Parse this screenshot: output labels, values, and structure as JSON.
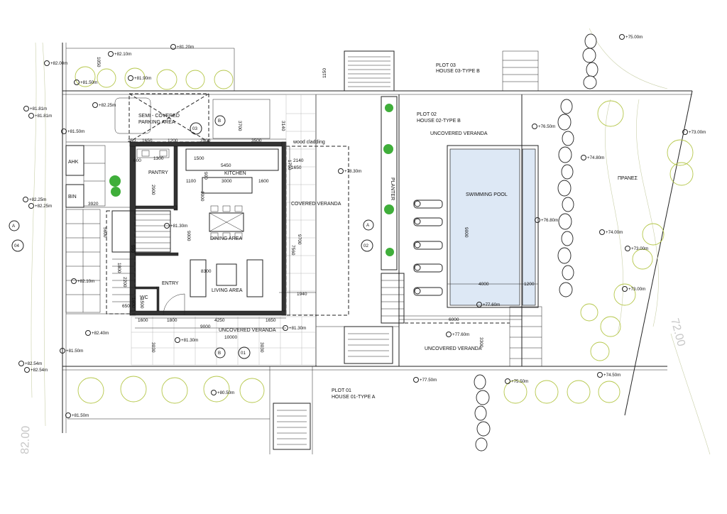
{
  "plots": [
    {
      "id": "plot01",
      "line1": "PLOT 01",
      "line2": "HOUSE 01-TYPE A"
    },
    {
      "id": "plot02",
      "line1": "PLOT 02",
      "line2": "HOUSE 02-TYPE B"
    },
    {
      "id": "plot03",
      "line1": "PLOT 03",
      "line2": "HOUSE 03-TYPE B"
    }
  ],
  "rooms": {
    "parking_line1": "SEMI - COVERED",
    "parking_line2": "PARKING AREA",
    "pantry": "PANTRY",
    "kitchen": "KITCHEN",
    "dining": "DINING AREA",
    "living": "LIVING AREA",
    "entry": "ENTRY",
    "wc": "WC",
    "covered_veranda": "COVERED VERANDA",
    "uncovered_veranda_house01": "UNCOVERED VERANDA",
    "uncovered_veranda_house02_top": "UNCOVERED VERANDA",
    "uncovered_veranda_house02_bottom": "UNCOVERED VERANDA",
    "swimming_pool": "SWIMMING POOL",
    "planter": "PLANTER",
    "wood_cladding": "wood cladding",
    "ahk": "AHK",
    "bin": "BIN",
    "slope_greek": "ΠΡΑΝΕΣ"
  },
  "contours": {
    "left": "82.00",
    "right": "72.00"
  },
  "section_marks": [
    "A",
    "A",
    "B",
    "B",
    "01",
    "02",
    "03",
    "04"
  ],
  "levels": [
    "+75.00m",
    "+81.20m",
    "+82.10m",
    "+82.00m",
    "+81.90m",
    "+81.50m",
    "+82.25m",
    "+81.81m",
    "+81.81m",
    "+81.50m",
    "+82.25m",
    "+82.25m",
    "+81.30m",
    "+82.10m",
    "+82.40m",
    "+81.50m",
    "+82.54m",
    "+82.54m",
    "+81.30m",
    "+81.30m",
    "+78.30m",
    "+76.50m",
    "+74.80m",
    "+73.00m",
    "+76.80m",
    "+74.00m",
    "+73.00m",
    "+73.00m",
    "+77.60m",
    "+77.60m",
    "+77.50m",
    "+75.50m",
    "+74.50m",
    "+80.50m",
    "+81.50m"
  ],
  "dims": [
    "250",
    "1650",
    "1200",
    "2500",
    "3500",
    "1650",
    "2140",
    "1750",
    "1300",
    "1500",
    "5450",
    "3000",
    "1600",
    "1100",
    "1000",
    "900",
    "600",
    "2900",
    "3920",
    "5600",
    "9000",
    "1800",
    "2200",
    "1600",
    "1500",
    "4250",
    "10000",
    "1650",
    "9000",
    "7560",
    "9700",
    "8300",
    "1940",
    "3030",
    "3030",
    "1150",
    "1050",
    "3140",
    "3700",
    "9000",
    "4000",
    "1200",
    "6000",
    "3300",
    "1600",
    "1800",
    "900",
    "650"
  ]
}
